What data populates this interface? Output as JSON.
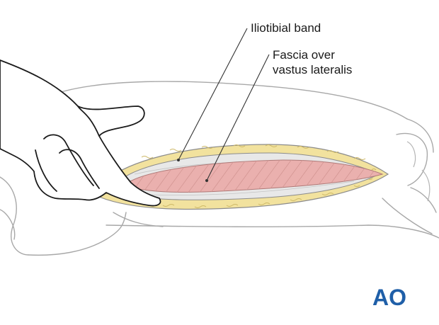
{
  "labels": {
    "iliotibial_band": "Iliotibial band",
    "fascia_line1": "Fascia over",
    "fascia_line2": "vastus lateralis"
  },
  "logo": {
    "text": "AO",
    "color": "#1f5fa8"
  },
  "colors": {
    "outline": "#a0a0a0",
    "fat": "#f2e29e",
    "fat_speckle": "#d8c67a",
    "fascia_band": "#e6e6e6",
    "muscle": "#eab0ae",
    "muscle_stripe": "#d48f8c",
    "leader_line": "#333333"
  }
}
